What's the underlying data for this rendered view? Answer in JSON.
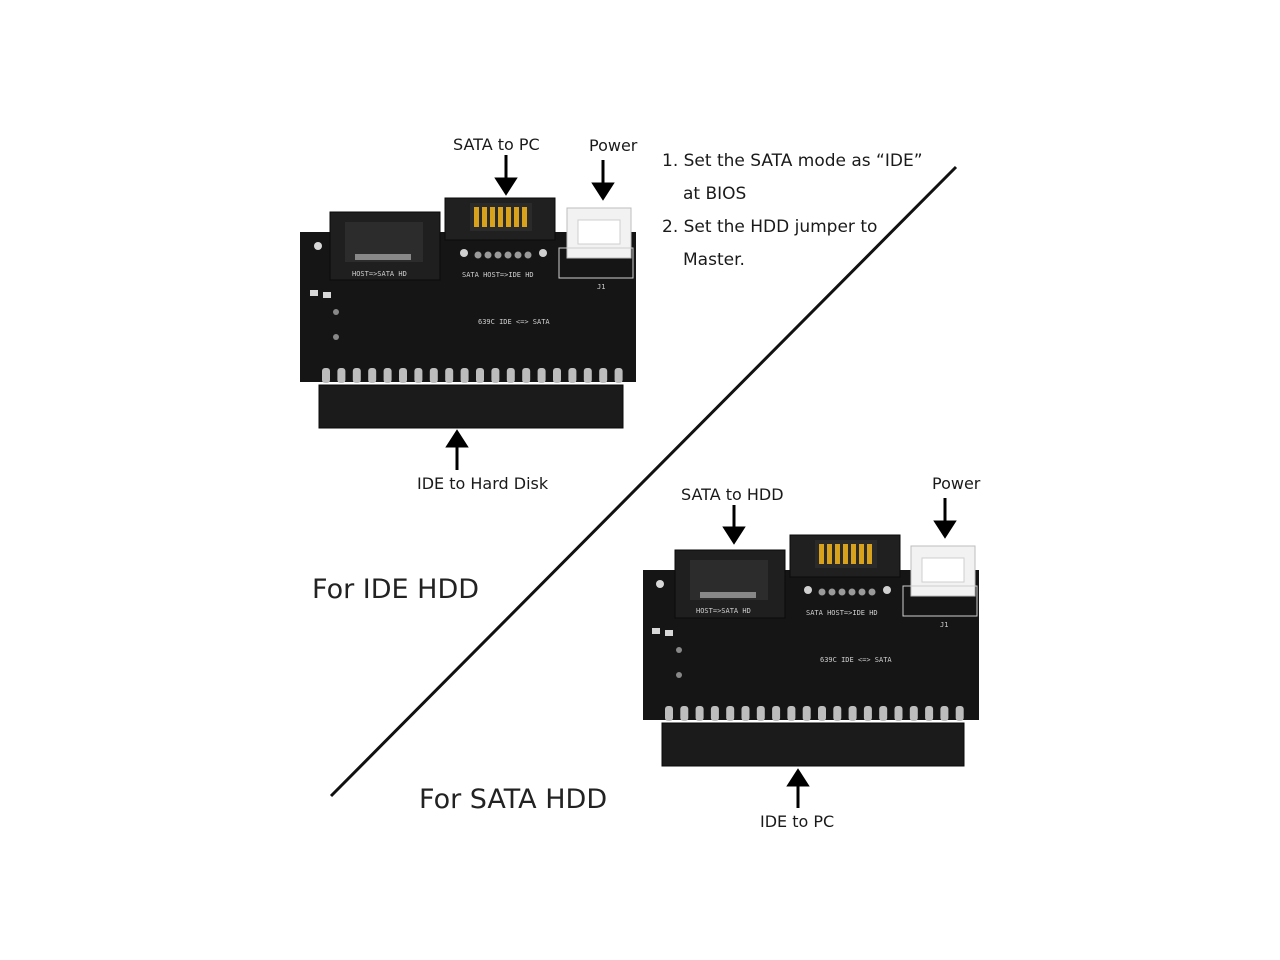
{
  "top_board": {
    "label_sata": "SATA to PC",
    "label_power": "Power",
    "label_ide": "IDE to Hard Disk",
    "silk_host": "HOST=>SATA HD",
    "silk_mode": "SATA HOST=>IDE HD",
    "silk_chip": "639C IDE <=> SATA",
    "silk_j1": "J1"
  },
  "bottom_board": {
    "label_sata": "SATA to HDD",
    "label_power": "Power",
    "label_ide": "IDE to PC",
    "silk_host": "HOST=>SATA HD",
    "silk_mode": "SATA HOST=>IDE HD",
    "silk_chip": "639C IDE <=> SATA",
    "silk_j1": "J1"
  },
  "instructions": {
    "step1_line1": "1. Set the SATA mode as “IDE”",
    "step1_line2": "at BIOS",
    "step2_line1": "2. Set the HDD jumper to",
    "step2_line2": "Master."
  },
  "sections": {
    "ide_title": "For IDE HDD",
    "sata_title": "For SATA HDD"
  },
  "colors": {
    "pcb": "#151515",
    "pins": "#bdbdbd",
    "gold": "#d9a21c",
    "power_white": "#f2f2f2"
  }
}
